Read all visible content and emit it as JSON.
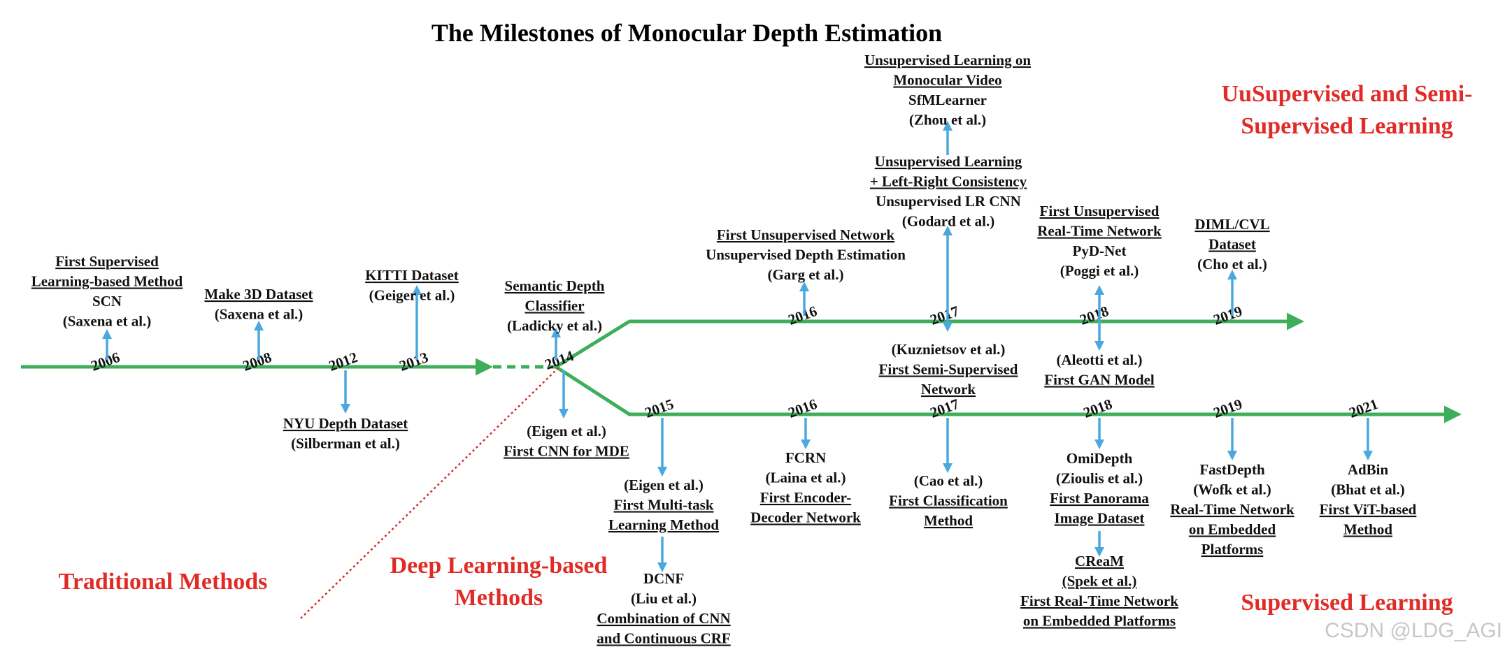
{
  "title": "The Milestones of Monocular Depth Estimation",
  "categories": {
    "traditional": "Traditional Methods",
    "deep_learning": [
      "Deep Learning-based",
      "Methods"
    ],
    "unsupervised": [
      "UuSupervised and Semi-",
      "Supervised Learning"
    ],
    "supervised": "Supervised Learning"
  },
  "colors": {
    "timeline": "#3fae5a",
    "arrow": "#4aa8df",
    "category": "#e02b26",
    "text": "#111111",
    "divider": "#d62828"
  },
  "years": {
    "trad": [
      "2006",
      "2008",
      "2012",
      "2013"
    ],
    "pivot": "2014",
    "unsupervised": [
      "2016",
      "2017",
      "2018",
      "2019"
    ],
    "supervised": [
      "2015",
      "2016",
      "2017",
      "2018",
      "2019",
      "2021"
    ]
  },
  "milestones": [
    {
      "id": "scn",
      "lines": [
        {
          "t": "First Supervised",
          "u": true
        },
        {
          "t": "Learning-based Method",
          "u": true
        },
        {
          "t": "SCN",
          "u": false
        },
        {
          "t": "(Saxena et al.)",
          "u": false
        }
      ]
    },
    {
      "id": "make3d",
      "lines": [
        {
          "t": "Make 3D Dataset",
          "u": true
        },
        {
          "t": "(Saxena et al.)",
          "u": false
        }
      ]
    },
    {
      "id": "kitti",
      "lines": [
        {
          "t": "KITTI Dataset",
          "u": true
        },
        {
          "t": "(Geiger et al.)",
          "u": false
        }
      ]
    },
    {
      "id": "nyu",
      "lines": [
        {
          "t": "NYU Depth Dataset",
          "u": true
        },
        {
          "t": "(Silberman et al.)",
          "u": false
        }
      ]
    },
    {
      "id": "semantic",
      "lines": [
        {
          "t": "Semantic Depth",
          "u": true
        },
        {
          "t": "Classifier",
          "u": true
        },
        {
          "t": "(Ladicky et al.)",
          "u": false
        }
      ]
    },
    {
      "id": "eigen14",
      "lines": [
        {
          "t": "(Eigen et al.)",
          "u": false
        },
        {
          "t": "First CNN for MDE",
          "u": true
        }
      ]
    },
    {
      "id": "garg",
      "lines": [
        {
          "t": "First Unsupervised Network",
          "u": true
        },
        {
          "t": "Unsupervised Depth Estimation",
          "u": false
        },
        {
          "t": "(Garg et al.)",
          "u": false
        }
      ]
    },
    {
      "id": "sfm",
      "lines": [
        {
          "t": "Unsupervised Learning on",
          "u": true
        },
        {
          "t": "Monocular Video",
          "u": true
        },
        {
          "t": "SfMLearner",
          "u": false
        },
        {
          "t": "(Zhou et al.)",
          "u": false
        }
      ]
    },
    {
      "id": "godard",
      "lines": [
        {
          "t": "Unsupervised Learning",
          "u": true
        },
        {
          "t": "+ Left-Right Consistency",
          "u": true
        },
        {
          "t": "Unsupervised LR CNN",
          "u": false
        },
        {
          "t": "(Godard et al.)",
          "u": false
        }
      ]
    },
    {
      "id": "kuzn",
      "lines": [
        {
          "t": "(Kuznietsov et al.)",
          "u": false
        },
        {
          "t": "First Semi-Supervised",
          "u": true
        },
        {
          "t": "Network",
          "u": true
        }
      ]
    },
    {
      "id": "pydnet",
      "lines": [
        {
          "t": "First Unsupervised",
          "u": true
        },
        {
          "t": "Real-Time Network",
          "u": true
        },
        {
          "t": "PyD-Net",
          "u": false
        },
        {
          "t": "(Poggi et al.)",
          "u": false
        }
      ]
    },
    {
      "id": "aleotti",
      "lines": [
        {
          "t": "(Aleotti et al.)",
          "u": false
        },
        {
          "t": "First GAN Model",
          "u": true
        }
      ]
    },
    {
      "id": "diml",
      "lines": [
        {
          "t": "DIML/CVL",
          "u": true
        },
        {
          "t": "Dataset",
          "u": true
        },
        {
          "t": "(Cho et al.)",
          "u": false
        }
      ]
    },
    {
      "id": "eigen15",
      "lines": [
        {
          "t": "(Eigen et al.)",
          "u": false
        },
        {
          "t": "First Multi-task",
          "u": true
        },
        {
          "t": "Learning Method",
          "u": true
        }
      ]
    },
    {
      "id": "dcnf",
      "lines": [
        {
          "t": "DCNF",
          "u": false
        },
        {
          "t": "(Liu et al.)",
          "u": false
        },
        {
          "t": "Combination of CNN",
          "u": true
        },
        {
          "t": "and Continuous CRF",
          "u": true
        }
      ]
    },
    {
      "id": "fcrn",
      "lines": [
        {
          "t": "FCRN",
          "u": false
        },
        {
          "t": "(Laina et al.)",
          "u": false
        },
        {
          "t": "First Encoder-",
          "u": true
        },
        {
          "t": "Decoder Network",
          "u": true
        }
      ]
    },
    {
      "id": "cao",
      "lines": [
        {
          "t": "(Cao et al.)",
          "u": false
        },
        {
          "t": "First Classification",
          "u": true
        },
        {
          "t": "Method",
          "u": true
        }
      ]
    },
    {
      "id": "omidepth",
      "lines": [
        {
          "t": "OmiDepth",
          "u": false
        },
        {
          "t": "(Zioulis et al.)",
          "u": false
        },
        {
          "t": "First Panorama",
          "u": true
        },
        {
          "t": "Image Dataset",
          "u": true
        }
      ]
    },
    {
      "id": "cream",
      "lines": [
        {
          "t": "CReaM",
          "u": true
        },
        {
          "t": "(Spek et al.)",
          "u": true
        },
        {
          "t": "First Real-Time Network",
          "u": true
        },
        {
          "t": "on Embedded Platforms",
          "u": true
        }
      ]
    },
    {
      "id": "fastdepth",
      "lines": [
        {
          "t": "FastDepth",
          "u": false
        },
        {
          "t": "(Wofk et al.)",
          "u": false
        },
        {
          "t": "Real-Time Network",
          "u": true
        },
        {
          "t": "on Embedded",
          "u": true
        },
        {
          "t": "Platforms",
          "u": true
        }
      ]
    },
    {
      "id": "adbin",
      "lines": [
        {
          "t": "AdBin",
          "u": false
        },
        {
          "t": "(Bhat et al.)",
          "u": false
        },
        {
          "t": "First ViT-based",
          "u": true
        },
        {
          "t": "Method",
          "u": true
        }
      ]
    }
  ],
  "watermark": "CSDN @LDG_AGI"
}
